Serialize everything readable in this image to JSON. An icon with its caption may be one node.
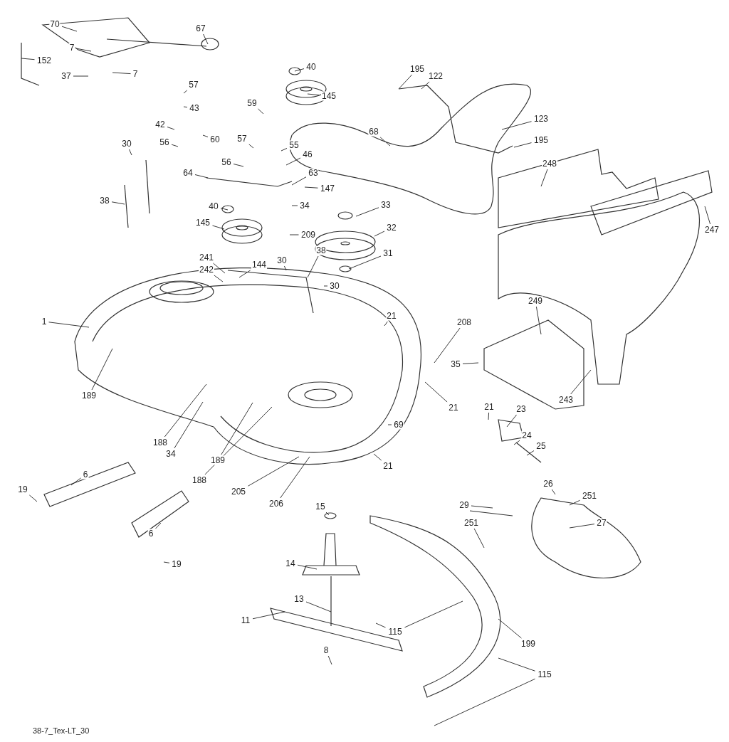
{
  "diagram": {
    "nodes": [
      {
        "text": [
          "70"
        ]
      },
      {
        "text": [
          "7"
        ]
      },
      {
        "text": [
          "67"
        ]
      },
      {
        "text": [
          "152"
        ]
      },
      {
        "text": [
          "37"
        ]
      },
      {
        "text": [
          "7"
        ]
      },
      {
        "text": [
          "57"
        ]
      },
      {
        "text": [
          "40"
        ]
      },
      {
        "text": [
          "145"
        ]
      },
      {
        "text": [
          "43"
        ]
      },
      {
        "text": [
          "42"
        ]
      },
      {
        "text": [
          "59"
        ]
      },
      {
        "text": [
          "60"
        ]
      },
      {
        "text": [
          "30"
        ]
      },
      {
        "text": [
          "56"
        ]
      },
      {
        "text": [
          "57"
        ]
      },
      {
        "text": [
          "55"
        ]
      },
      {
        "text": [
          "46"
        ]
      },
      {
        "text": [
          "64"
        ]
      },
      {
        "text": [
          "56"
        ]
      },
      {
        "text": [
          "63"
        ]
      },
      {
        "text": [
          "147"
        ]
      },
      {
        "text": [
          "38"
        ]
      },
      {
        "text": [
          "40"
        ]
      },
      {
        "text": [
          "34"
        ]
      },
      {
        "text": [
          "145"
        ]
      },
      {
        "text": [
          "209"
        ]
      },
      {
        "text": [
          "195"
        ]
      },
      {
        "text": [
          "122"
        ]
      },
      {
        "text": [
          "68"
        ]
      },
      {
        "text": [
          "123"
        ]
      },
      {
        "text": [
          "195"
        ]
      },
      {
        "text": [
          "248"
        ]
      },
      {
        "text": [
          "33"
        ]
      },
      {
        "text": [
          "32"
        ]
      },
      {
        "text": [
          "31"
        ]
      },
      {
        "text": [
          "247"
        ]
      },
      {
        "text": [
          "241"
        ]
      },
      {
        "text": [
          "242"
        ]
      },
      {
        "text": [
          "144"
        ]
      },
      {
        "text": [
          "30"
        ]
      },
      {
        "text": [
          "38"
        ]
      },
      {
        "text": [
          "30"
        ]
      },
      {
        "text": [
          "1"
        ]
      },
      {
        "text": [
          "21"
        ]
      },
      {
        "text": [
          "208"
        ]
      },
      {
        "text": [
          "249"
        ]
      },
      {
        "text": [
          "35"
        ]
      },
      {
        "text": [
          "189"
        ]
      },
      {
        "text": [
          "243"
        ]
      },
      {
        "text": [
          "21"
        ]
      },
      {
        "text": [
          "21"
        ]
      },
      {
        "text": [
          "23"
        ]
      },
      {
        "text": [
          "69"
        ]
      },
      {
        "text": [
          "24"
        ]
      },
      {
        "text": [
          "25"
        ]
      },
      {
        "text": [
          "188"
        ]
      },
      {
        "text": [
          "34"
        ]
      },
      {
        "text": [
          "189"
        ]
      },
      {
        "text": [
          "188"
        ]
      },
      {
        "text": [
          "21"
        ]
      },
      {
        "text": [
          "26"
        ]
      },
      {
        "text": [
          "251"
        ]
      },
      {
        "text": [
          "205"
        ]
      },
      {
        "text": [
          "206"
        ]
      },
      {
        "text": [
          "29"
        ]
      },
      {
        "text": [
          "27"
        ]
      },
      {
        "text": [
          "6"
        ]
      },
      {
        "text": [
          "19"
        ]
      },
      {
        "text": [
          "15"
        ]
      },
      {
        "text": [
          "6"
        ]
      },
      {
        "text": [
          "19"
        ]
      },
      {
        "text": [
          "251"
        ]
      },
      {
        "text": [
          "14"
        ]
      },
      {
        "text": [
          "13"
        ]
      },
      {
        "text": [
          "11"
        ]
      },
      {
        "text": [
          "115"
        ]
      },
      {
        "text": [
          "199"
        ]
      },
      {
        "text": [
          "8"
        ]
      },
      {
        "text": [
          "115"
        ]
      }
    ],
    "edges": [
      {
        "from": 0,
        "to": null,
        "arrow": "none"
      },
      {
        "from": 1,
        "to": null,
        "arrow": "none"
      },
      {
        "from": 2,
        "to": null,
        "arrow": "none"
      },
      {
        "from": 3,
        "to": null,
        "arrow": "none"
      },
      {
        "from": 4,
        "to": null,
        "arrow": "none"
      },
      {
        "from": 5,
        "to": null,
        "arrow": "none"
      },
      {
        "from": 6,
        "to": null,
        "arrow": "none"
      },
      {
        "from": 7,
        "to": null,
        "arrow": "none"
      },
      {
        "from": 8,
        "to": null,
        "arrow": "none"
      },
      {
        "from": 9,
        "to": null,
        "arrow": "none"
      },
      {
        "from": 10,
        "to": null,
        "arrow": "none"
      },
      {
        "from": 11,
        "to": null,
        "arrow": "none"
      },
      {
        "from": 12,
        "to": null,
        "arrow": "none"
      },
      {
        "from": 13,
        "to": null,
        "arrow": "none"
      },
      {
        "from": 14,
        "to": null,
        "arrow": "none"
      },
      {
        "from": 15,
        "to": null,
        "arrow": "none"
      },
      {
        "from": 16,
        "to": null,
        "arrow": "none"
      },
      {
        "from": 17,
        "to": null,
        "arrow": "none"
      },
      {
        "from": 18,
        "to": null,
        "arrow": "none"
      },
      {
        "from": 19,
        "to": null,
        "arrow": "none"
      },
      {
        "from": 20,
        "to": null,
        "arrow": "none"
      },
      {
        "from": 21,
        "to": null,
        "arrow": "none"
      },
      {
        "from": 22,
        "to": null,
        "arrow": "none"
      },
      {
        "from": 23,
        "to": null,
        "arrow": "none"
      },
      {
        "from": 24,
        "to": null,
        "arrow": "none"
      },
      {
        "from": 25,
        "to": null,
        "arrow": "none"
      },
      {
        "from": 26,
        "to": null,
        "arrow": "none"
      },
      {
        "from": 27,
        "to": null,
        "arrow": "none"
      },
      {
        "from": 28,
        "to": null,
        "arrow": "none"
      },
      {
        "from": 29,
        "to": null,
        "arrow": "none"
      },
      {
        "from": 30,
        "to": null,
        "arrow": "none"
      },
      {
        "from": 31,
        "to": null,
        "arrow": "none"
      },
      {
        "from": 32,
        "to": null,
        "arrow": "none"
      },
      {
        "from": 33,
        "to": null,
        "arrow": "none"
      },
      {
        "from": 34,
        "to": null,
        "arrow": "none"
      },
      {
        "from": 35,
        "to": null,
        "arrow": "none"
      },
      {
        "from": 36,
        "to": null,
        "arrow": "none"
      },
      {
        "from": 37,
        "to": null,
        "arrow": "none"
      },
      {
        "from": 38,
        "to": null,
        "arrow": "none"
      },
      {
        "from": 39,
        "to": null,
        "arrow": "none"
      },
      {
        "from": 40,
        "to": null,
        "arrow": "none"
      },
      {
        "from": 41,
        "to": null,
        "arrow": "none"
      },
      {
        "from": 42,
        "to": null,
        "arrow": "none"
      },
      {
        "from": 43,
        "to": null,
        "arrow": "none"
      },
      {
        "from": 44,
        "to": null,
        "arrow": "none"
      },
      {
        "from": 45,
        "to": null,
        "arrow": "none"
      },
      {
        "from": 46,
        "to": null,
        "arrow": "none"
      },
      {
        "from": 47,
        "to": null,
        "arrow": "none"
      },
      {
        "from": 48,
        "to": null,
        "arrow": "none"
      },
      {
        "from": 49,
        "to": null,
        "arrow": "none"
      },
      {
        "from": 50,
        "to": null,
        "arrow": "none"
      },
      {
        "from": 51,
        "to": null,
        "arrow": "none"
      },
      {
        "from": 52,
        "to": null,
        "arrow": "none"
      },
      {
        "from": 53,
        "to": null,
        "arrow": "none"
      },
      {
        "from": 54,
        "to": null,
        "arrow": "none"
      },
      {
        "from": 55,
        "to": null,
        "arrow": "none"
      },
      {
        "from": 56,
        "to": null,
        "arrow": "none"
      },
      {
        "from": 57,
        "to": null,
        "arrow": "none"
      },
      {
        "from": 58,
        "to": null,
        "arrow": "none"
      },
      {
        "from": 59,
        "to": null,
        "arrow": "none"
      },
      {
        "from": 60,
        "to": null,
        "arrow": "none"
      },
      {
        "from": 61,
        "to": null,
        "arrow": "none"
      },
      {
        "from": 62,
        "to": null,
        "arrow": "none"
      },
      {
        "from": 63,
        "to": null,
        "arrow": "none"
      },
      {
        "from": 64,
        "to": null,
        "arrow": "none"
      },
      {
        "from": 65,
        "to": null,
        "arrow": "none"
      },
      {
        "from": 66,
        "to": null,
        "arrow": "none"
      },
      {
        "from": 67,
        "to": null,
        "arrow": "none"
      },
      {
        "from": 68,
        "to": null,
        "arrow": "none"
      },
      {
        "from": 69,
        "to": null,
        "arrow": "none"
      },
      {
        "from": 70,
        "to": null,
        "arrow": "none"
      },
      {
        "from": 71,
        "to": null,
        "arrow": "none"
      },
      {
        "from": 72,
        "to": null,
        "arrow": "none"
      },
      {
        "from": 73,
        "to": null,
        "arrow": "none"
      },
      {
        "from": 74,
        "to": null,
        "arrow": "none"
      },
      {
        "from": 75,
        "to": null,
        "arrow": "none"
      },
      {
        "from": 76,
        "to": null,
        "arrow": "none"
      },
      {
        "from": 76,
        "to": null,
        "arrow": "none"
      },
      {
        "from": 77,
        "to": null,
        "arrow": "none"
      },
      {
        "from": 78,
        "to": null,
        "arrow": "none"
      },
      {
        "from": 79,
        "to": null,
        "arrow": "none"
      },
      {
        "from": 79,
        "to": null,
        "arrow": "none"
      }
    ],
    "labels": [
      "38-7_Tex-LT_30"
    ]
  }
}
